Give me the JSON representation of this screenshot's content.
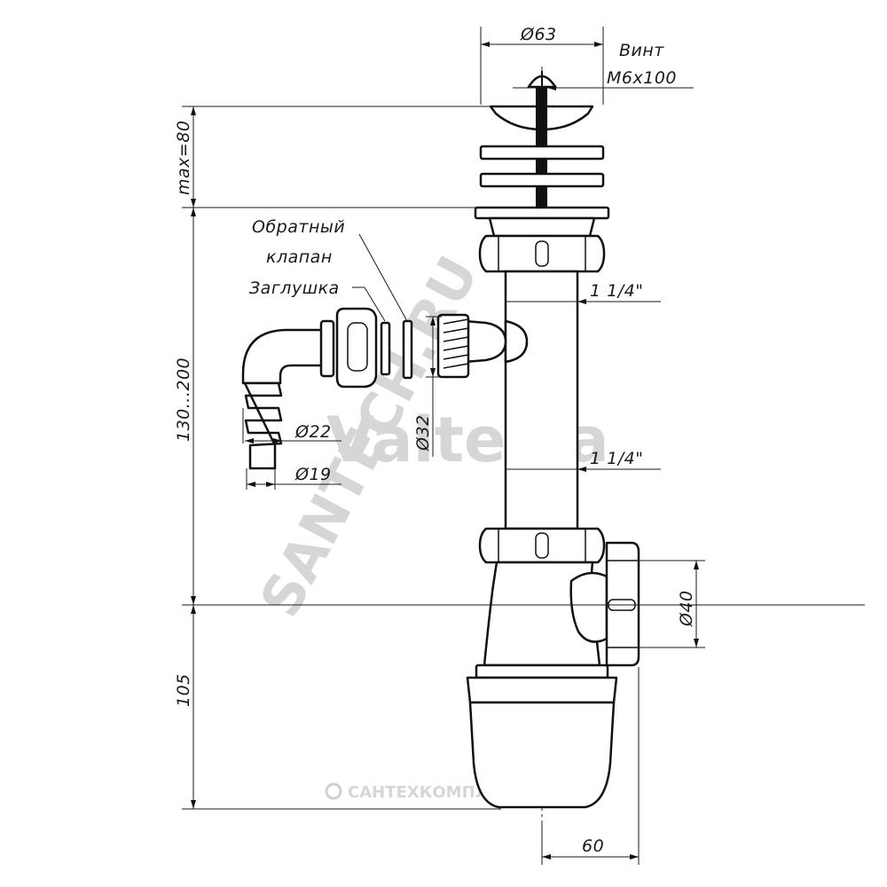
{
  "labels": {
    "flange_diameter": "Ø63",
    "screw_title": "Винт",
    "screw_size": "М6х100",
    "max_height": "max=80",
    "height_range": "130...200",
    "bottom_height": "105",
    "width_60": "60",
    "thread_upper": "1 1/4\"",
    "thread_lower": "1 1/4\"",
    "outlet_diameter": "Ø40",
    "valve_label_line1": "Обратный",
    "valve_label_line2": "клапан",
    "plug_label": "Заглушка",
    "side_inlet_diameter": "Ø32",
    "elbow_outer_diameter": "Ø22",
    "elbow_inner_diameter": "Ø19"
  },
  "watermarks": {
    "brand": "Valterra",
    "site": "SANTECH.RU",
    "company": "САНТЕХКОМПЛЕКТ"
  },
  "colors": {
    "line": "#111111",
    "watermark": "#d6d6d6"
  }
}
